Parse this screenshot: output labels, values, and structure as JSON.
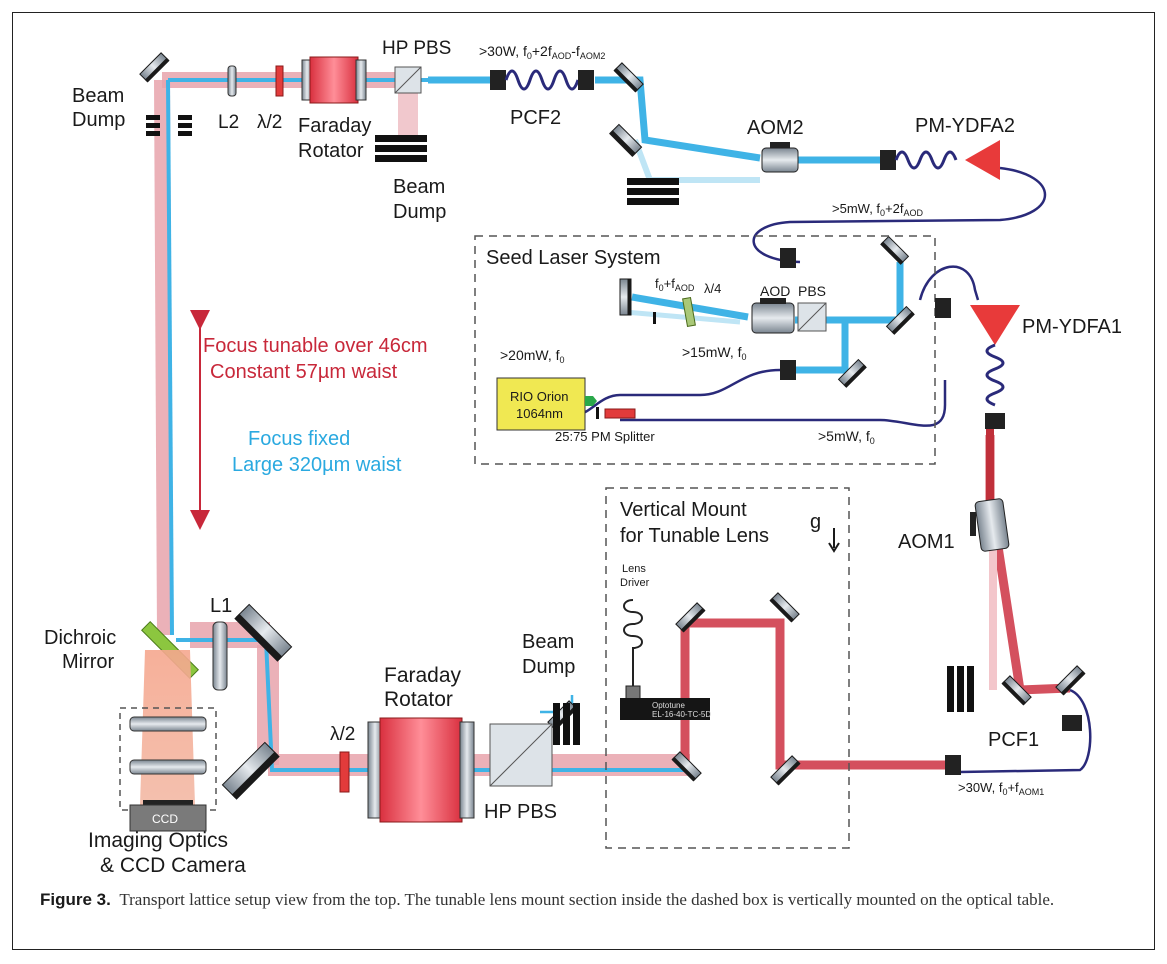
{
  "labels": {
    "beam_dump_left": [
      "Beam",
      "Dump"
    ],
    "l2": "L2",
    "half_wave_top": "λ/2",
    "faraday_top": [
      "Faraday",
      "Rotator"
    ],
    "hp_pbs_top": "HP PBS",
    "beam_dump_top": [
      "Beam",
      "Dump"
    ],
    "pcf2_power": ">30W, f",
    "pcf2_power_tail": "+2f",
    "pcf2_sub_aod": "AOD",
    "pcf2_minus": "-f",
    "pcf2_sub_aom2": "AOM2",
    "pcf2": "PCF2",
    "aom2": "AOM2",
    "pm_ydfa2": "PM-YDFA2",
    "ydfa2_power": ">5mW, f",
    "ydfa2_power_tail": "+2f",
    "seed_title": "Seed Laser System",
    "seed_f0_faod": "f",
    "seed_f0_faod_tail": "+f",
    "quarter_wave": "λ/4",
    "aod": "AOD",
    "pbs": "PBS",
    "rio_power": ">20mW, f",
    "power_15": ">15mW, f",
    "rio_name": [
      "RIO Orion",
      "1064nm"
    ],
    "splitter": "25:75 PM Splitter",
    "power_5": ">5mW, f",
    "pm_ydfa1": "PM-YDFA1",
    "focus_tunable": [
      "Focus tunable over 46cm",
      "Constant 57µm waist"
    ],
    "focus_fixed": [
      "Focus fixed",
      "Large 320µm waist"
    ],
    "vertical_mount": [
      "Vertical Mount",
      "for Tunable Lens"
    ],
    "gravity": "g",
    "lens_driver": [
      "Lens",
      "Driver"
    ],
    "optotune": [
      "Optotune",
      "EL-16-40-TC-5D"
    ],
    "aom1": "AOM1",
    "l1": "L1",
    "dichroic": [
      "Dichroic",
      "Mirror"
    ],
    "beam_dump_bottom": [
      "Beam",
      "Dump"
    ],
    "half_wave_bottom": "λ/2",
    "faraday_bottom": [
      "Faraday",
      "Rotator"
    ],
    "hp_pbs_bottom": "HP PBS",
    "pcf1": "PCF1",
    "pcf1_power": ">30W, f",
    "pcf1_power_tail": "+f",
    "pcf1_sub": "AOM1",
    "ccd": "CCD",
    "imaging": [
      "Imaging Optics",
      "& CCD Camera"
    ]
  },
  "sub0": "0",
  "caption": {
    "label": "Figure 3.",
    "text": "Transport lattice setup view from the top. The tunable lens mount section inside the dashed box is vertically mounted on the optical table."
  },
  "colors": {
    "blue_beam": "#3fb3e6",
    "red_beam": "#d4505e",
    "pink_beam": "#e8a3ab",
    "fiber": "#2a2a7a",
    "focus_text": "#c8283a",
    "fixed_text": "#2aa9e0",
    "seed_box": "#f0e852"
  }
}
